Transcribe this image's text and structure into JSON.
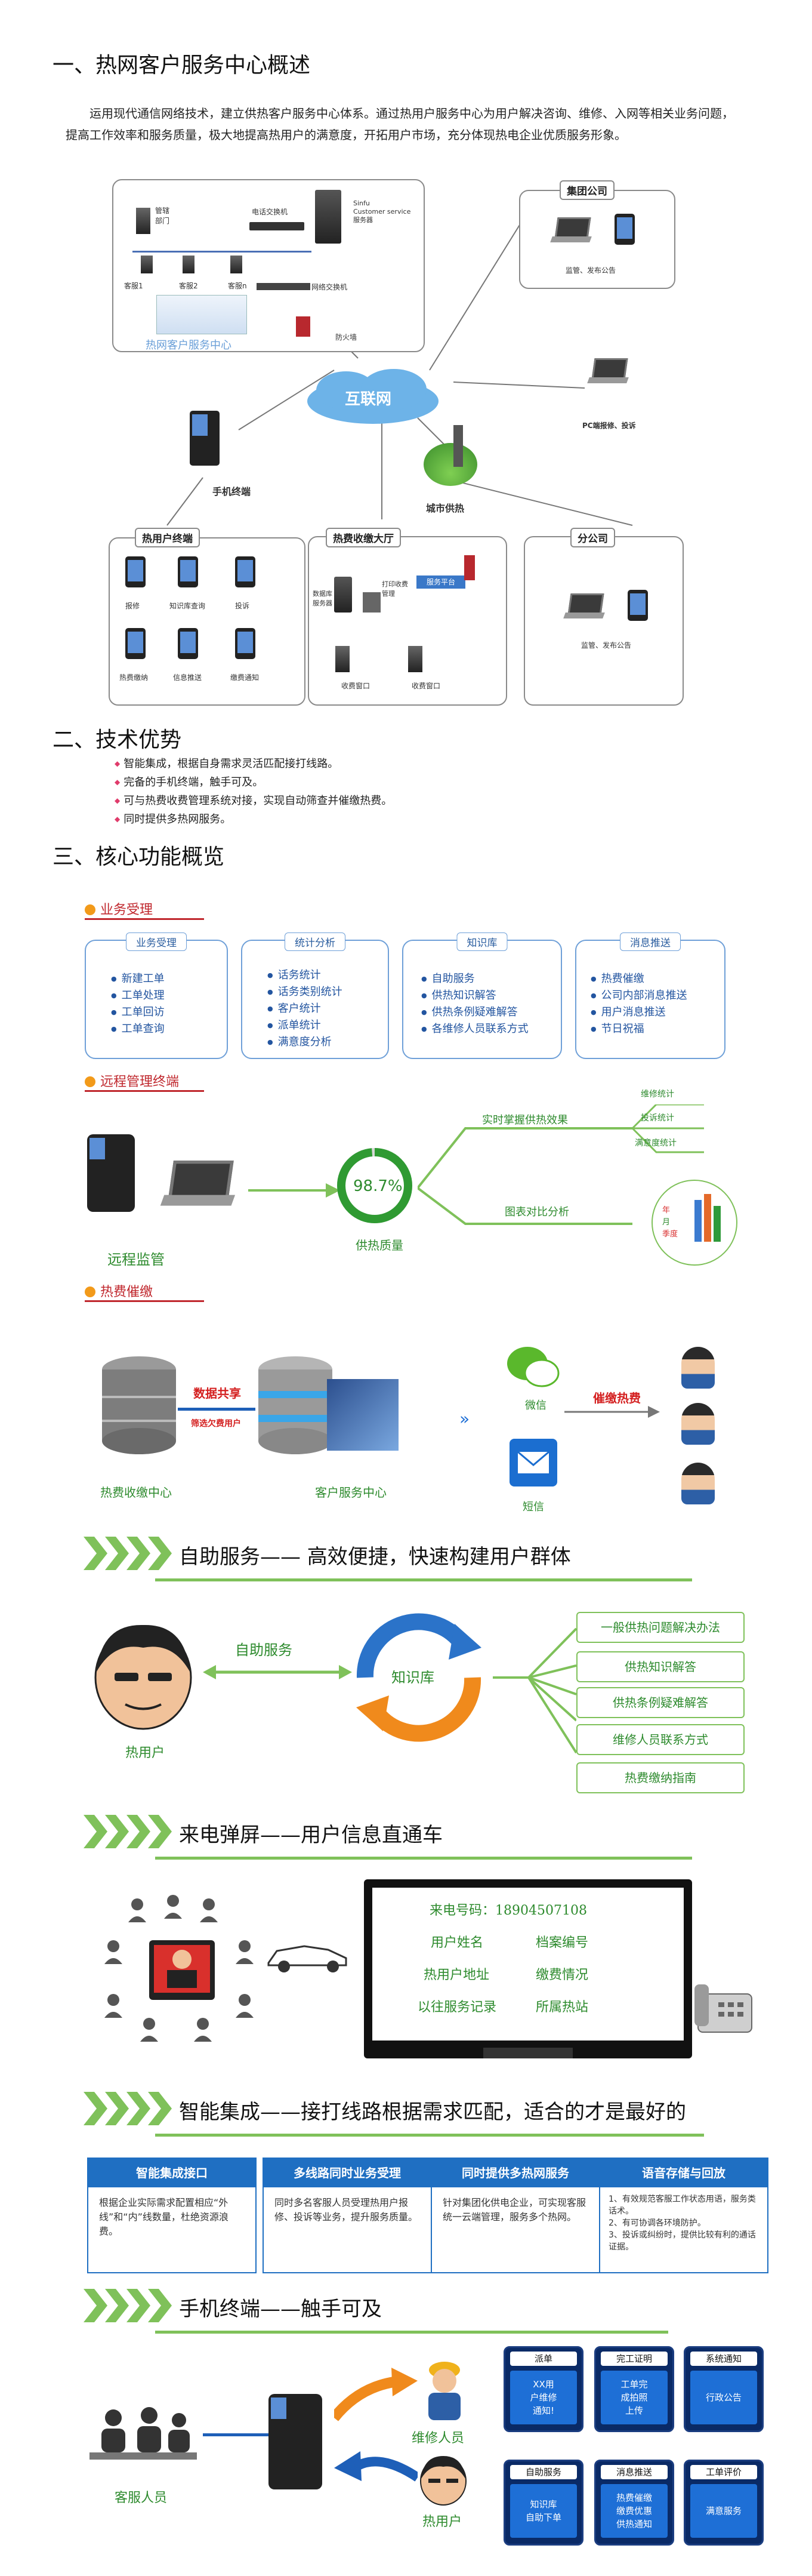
{
  "section1": {
    "title": "一、热网客户服务中心概述",
    "paragraph": "运用现代通信网络技术，建立供热客户服务中心体系。通过热用户服务中心为用户解决咨询、维修、入网等相关业务问题，提高工作效率和服务质量，极大地提高热用户的满意度，开拓用户市场，充分体现热电企业优质服务形象。"
  },
  "diagram1": {
    "switch_label": "电话交换机",
    "server_label1": "Sinfu",
    "server_label2": "Customer service",
    "server_label3": "服务器",
    "manager_label": "管辖\n部门",
    "agent_label1": "客服1",
    "agent_label2": "客服2",
    "agent_label3": "客服n",
    "net_switch": "网络交换机",
    "firewall": "防火墙",
    "center_caption": "热网客户服务中心",
    "internet": "互联网",
    "group_co": "集团公司",
    "group_caption": "监管、发布公告",
    "pc_caption": "PC端报修、投诉",
    "mobile": "手机终端",
    "city_heat": "城市供热",
    "home_user": "热用户终端",
    "home_items": [
      "报修",
      "知识库查询",
      "投诉",
      "热费缴纳",
      "信息推送",
      "缴费通知"
    ],
    "hall": "热费收缴大厅",
    "hall_db": "数据库\n服务器",
    "hall_printer": "打印收费\n管理",
    "hall_server": "服务平台",
    "hall_sub1": "收费窗口",
    "hall_sub2": "收费窗口",
    "branch": "分公司",
    "branch_caption": "监管、发布公告"
  },
  "section2": {
    "title": "二、技术优势",
    "bullets": [
      "智能集成，根据自身需求灵活匹配接打线路。",
      "完备的手机终端，触手可及。",
      "可与热费收费管理系统对接，实现自动筛查并催缴热费。",
      "同时提供多热网服务。"
    ]
  },
  "section3": {
    "title": "三、核心功能概览",
    "biz_head": "业务受理",
    "boxes": [
      {
        "title": "业务受理",
        "items": [
          "新建工单",
          "工单处理",
          "工单回访",
          "工单查询"
        ]
      },
      {
        "title": "统计分析",
        "items": [
          "话务统计",
          "话务类别统计",
          "客户统计",
          "派单统计",
          "满意度分析"
        ]
      },
      {
        "title": "知识库",
        "items": [
          "自助服务",
          "供热知识解答",
          "供热条例疑难解答",
          "各维修人员联系方式"
        ]
      },
      {
        "title": "消息推送",
        "items": [
          "热费催缴",
          "公司内部消息推送",
          "用户消息推送",
          "节日祝福"
        ]
      }
    ],
    "remote_head": "远程管理终端",
    "remote_caption": "远程监管",
    "gauge_value": "98.7%",
    "gauge_label": "供热质量",
    "realtime": "实时掌握供热效果",
    "maint": "维修统计",
    "complaint": "投诉统计",
    "satisfaction": "满意度统计",
    "chart_compare": "图表对比分析",
    "legend": [
      "年",
      "月",
      "季度"
    ],
    "urge_head": "热费催缴",
    "data_share": "数据共享",
    "filter_arrears": "筛选欠费用户",
    "fee_center": "热费收缴中心",
    "cs_center": "客户服务中心",
    "wechat": "微信",
    "sms": "短信",
    "urge_fee": "催缴热费"
  },
  "banner1": {
    "title": "自助服务—— 高效便捷，快速构建用户群体",
    "self_service": "自助服务",
    "knowledge": "知识库",
    "heat_user": "热用户",
    "items": [
      "一般供热问题解决办法",
      "供热知识解答",
      "供热条例疑难解答",
      "维修人员联系方式",
      "热费缴纳指南"
    ]
  },
  "banner2": {
    "title": "来电弹屏——用户信息直通车",
    "phone_label": "来电号码：",
    "phone_value": "18904507108",
    "fields": [
      "用户姓名",
      "档案编号",
      "热用户地址",
      "缴费情况",
      "以往服务记录",
      "所属热站"
    ]
  },
  "banner3": {
    "title": "智能集成——接打线路根据需求匹配，适合的才是最好的",
    "cards": [
      {
        "title": "智能集成接口",
        "body": "根据企业实际需求配置相应“外线”和“内”线数量，杜绝资源浪费。"
      },
      {
        "title": "多线路同时业务受理",
        "body": "同时多名客服人员受理热用户报修、投诉等业务，提升服务质量。"
      },
      {
        "title": "同时提供多热网服务",
        "body": "针对集团化供电企业，可实现客服统一云端管理，服务多个热网。"
      },
      {
        "title": "语音存储与回放",
        "body": "1、有效规范客服工作状态用语，服务类话术。\n2、有可协调各环境防护。\n3、投诉或纠纷时，提供比较有利的通话证据。"
      }
    ]
  },
  "banner4": {
    "title": "手机终端——触手可及",
    "cs_staff": "客服人员",
    "repair_staff": "维修人员",
    "heat_user": "热用户",
    "tiles": [
      {
        "head": "派单",
        "body": "XX用\n户维修\n通知!"
      },
      {
        "head": "完工证明",
        "body": "工单完\n成拍照\n上传"
      },
      {
        "head": "系统通知",
        "body": "行政公告"
      },
      {
        "head": "自助服务",
        "body": "知识库\n自助下单"
      },
      {
        "head": "消息推送",
        "body": "热费催缴\n缴费优惠\n供热通知"
      },
      {
        "head": "工单评价",
        "body": "满意服务"
      }
    ]
  }
}
